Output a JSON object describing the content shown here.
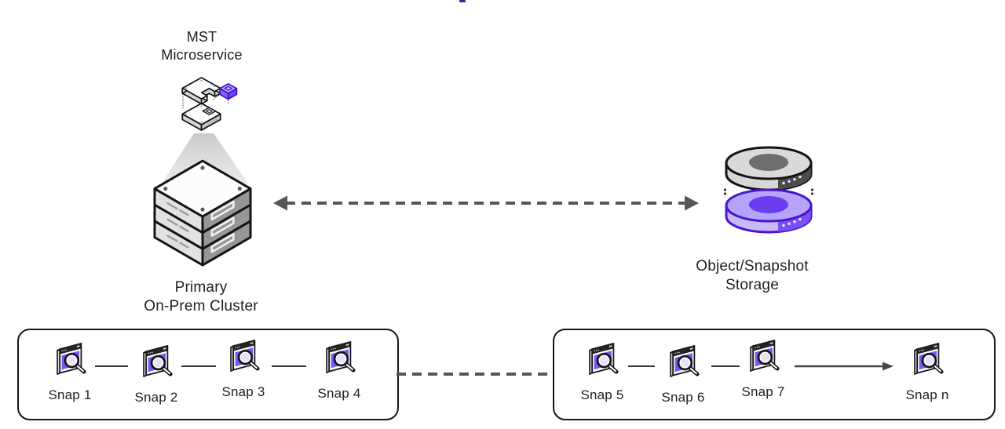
{
  "nodes": {
    "microservice": {
      "label_line1": "MST",
      "label_line2": "Microservice"
    },
    "cluster": {
      "label_line1": "Primary",
      "label_line2": "On-Prem Cluster"
    },
    "storage": {
      "label_line1": "Object/Snapshot",
      "label_line2": "Storage"
    }
  },
  "snapshots": {
    "left_group": [
      "Snap 1",
      "Snap 2",
      "Snap 3",
      "Snap 4"
    ],
    "right_group": [
      "Snap 5",
      "Snap 6",
      "Snap 7",
      "Snap n"
    ]
  },
  "connections": {
    "cluster_storage": {
      "style": "dashed",
      "arrows": "both"
    },
    "left_to_right_group": {
      "style": "dashed",
      "arrows": "none"
    },
    "snap7_to_snapn": {
      "style": "solid",
      "arrows": "end"
    }
  },
  "colors": {
    "accent_purple": "#7b57f6",
    "accent_purple_light": "#bda9fc",
    "accent_purple_dark": "#4714cf",
    "gray_light": "#d8d8d8",
    "gray_dark": "#4c4c4c",
    "line": "#565656",
    "text": "#1f1f1f"
  }
}
